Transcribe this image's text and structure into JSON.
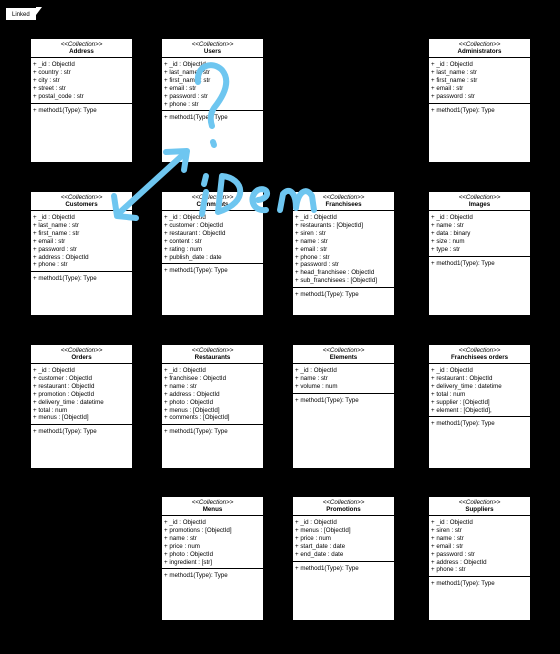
{
  "tab_label": "Linked",
  "stereotype": "<<Collection>>",
  "classes": [
    {
      "name": "Address",
      "attrs": [
        "+ _id : ObjectId",
        "+ country : str",
        "+ city : str",
        "+ street : str",
        "+ postal_code : str"
      ],
      "method": "+ method1(Type): Type"
    },
    {
      "name": "Users",
      "attrs": [
        "+ _id : ObjectId",
        "+ last_name : str",
        "+ first_name : str",
        "+ email : str",
        "+ password : str",
        "+ phone : str"
      ],
      "method": "+ method1(Type): Type"
    },
    {
      "name": "Administrators",
      "attrs": [
        "+ _id : ObjectId",
        "+ last_name : str",
        "+ first_name : str",
        "+ email : str",
        "+ password : str"
      ],
      "method": "+ method1(Type): Type"
    },
    {
      "name": "Customers",
      "attrs": [
        "+ _id : ObjectId",
        "+ last_name : str",
        "+ first_name : str",
        "+ email : str",
        "+ password : str",
        "+ address : ObjectId",
        "+ phone : str"
      ],
      "method": "+ method1(Type): Type"
    },
    {
      "name": "Comments",
      "attrs": [
        "+ _id : ObjectId",
        "+ customer : ObjectId",
        "+ restaurant : ObjectId",
        "+ content : str",
        "+ rating : num",
        "+ publish_date : date"
      ],
      "method": "+ method1(Type): Type"
    },
    {
      "name": "Franchisees",
      "attrs": [
        "+ _id : ObjectId",
        "+ restaurants : [ObjectId]",
        "+ siren : str",
        "+ name : str",
        "+ email : str",
        "+ phone : str",
        "+ password : str",
        "+ head_franchisee : ObjectId",
        "+ sub_franchisees : [ObjectId]"
      ],
      "method": "+ method1(Type): Type"
    },
    {
      "name": "Images",
      "attrs": [
        "+ _id : ObjectId",
        "+ name : str",
        "+ data : binary",
        "+ size : num",
        "+ type : str"
      ],
      "method": "+ method1(Type): Type"
    },
    {
      "name": "Orders",
      "attrs": [
        "+ _id : ObjectId",
        "+ customer : ObjectId",
        "+ restaurant : ObjectId",
        "+ promotion : ObjectId",
        "+ delivery_time : datetime",
        "+ total : num",
        "+ menus : [ObjectId]"
      ],
      "method": "+ method1(Type): Type"
    },
    {
      "name": "Restaurants",
      "attrs": [
        "+ _id : ObjectId",
        "+ franchisee : ObjectId",
        "+ name : str",
        "+ address : ObjectId",
        "+ photo : ObjectId",
        "+ menus : [ObjectId]",
        "+ comments : [ObjectId]"
      ],
      "method": "+ method1(Type): Type"
    },
    {
      "name": "Elements",
      "attrs": [
        "+ _id : ObjectId",
        "+ name : str",
        "+ volume : num"
      ],
      "method": "+ method1(Type): Type"
    },
    {
      "name": "Franchisees orders",
      "attrs": [
        "+ _id : ObjectId",
        "+ restaurant : ObjectId",
        "+ delivery_time : datetime",
        "+ total : num",
        "+ supplier : [ObjectId]",
        "+ element : [ObjectId],"
      ],
      "method": "+ method1(Type): Type"
    },
    {
      "name": "Menus",
      "attrs": [
        "+ _id : ObjectId",
        "+ promotions : [ObjectId]",
        "+ name : str",
        "+ price : num",
        "+ photo : ObjectId",
        "+ ingredient : [str]"
      ],
      "method": "+ method1(Type): Type"
    },
    {
      "name": "Promotions",
      "attrs": [
        "+ _id : ObjectId",
        "+ menus : [ObjectId]",
        "+ price : num",
        "+ start_date : date",
        "+ end_date : date"
      ],
      "method": "+ method1(Type): Type"
    },
    {
      "name": "Suppliers",
      "attrs": [
        "+ _id : ObjectId",
        "+ siren : str",
        "+ name : str",
        "+ email : str",
        "+ password : str",
        "+ address : ObjectId",
        "+ phone : str"
      ],
      "method": "+ method1(Type): Type"
    }
  ],
  "annotation": {
    "color": "#6ec6f0",
    "text": "iDem"
  }
}
